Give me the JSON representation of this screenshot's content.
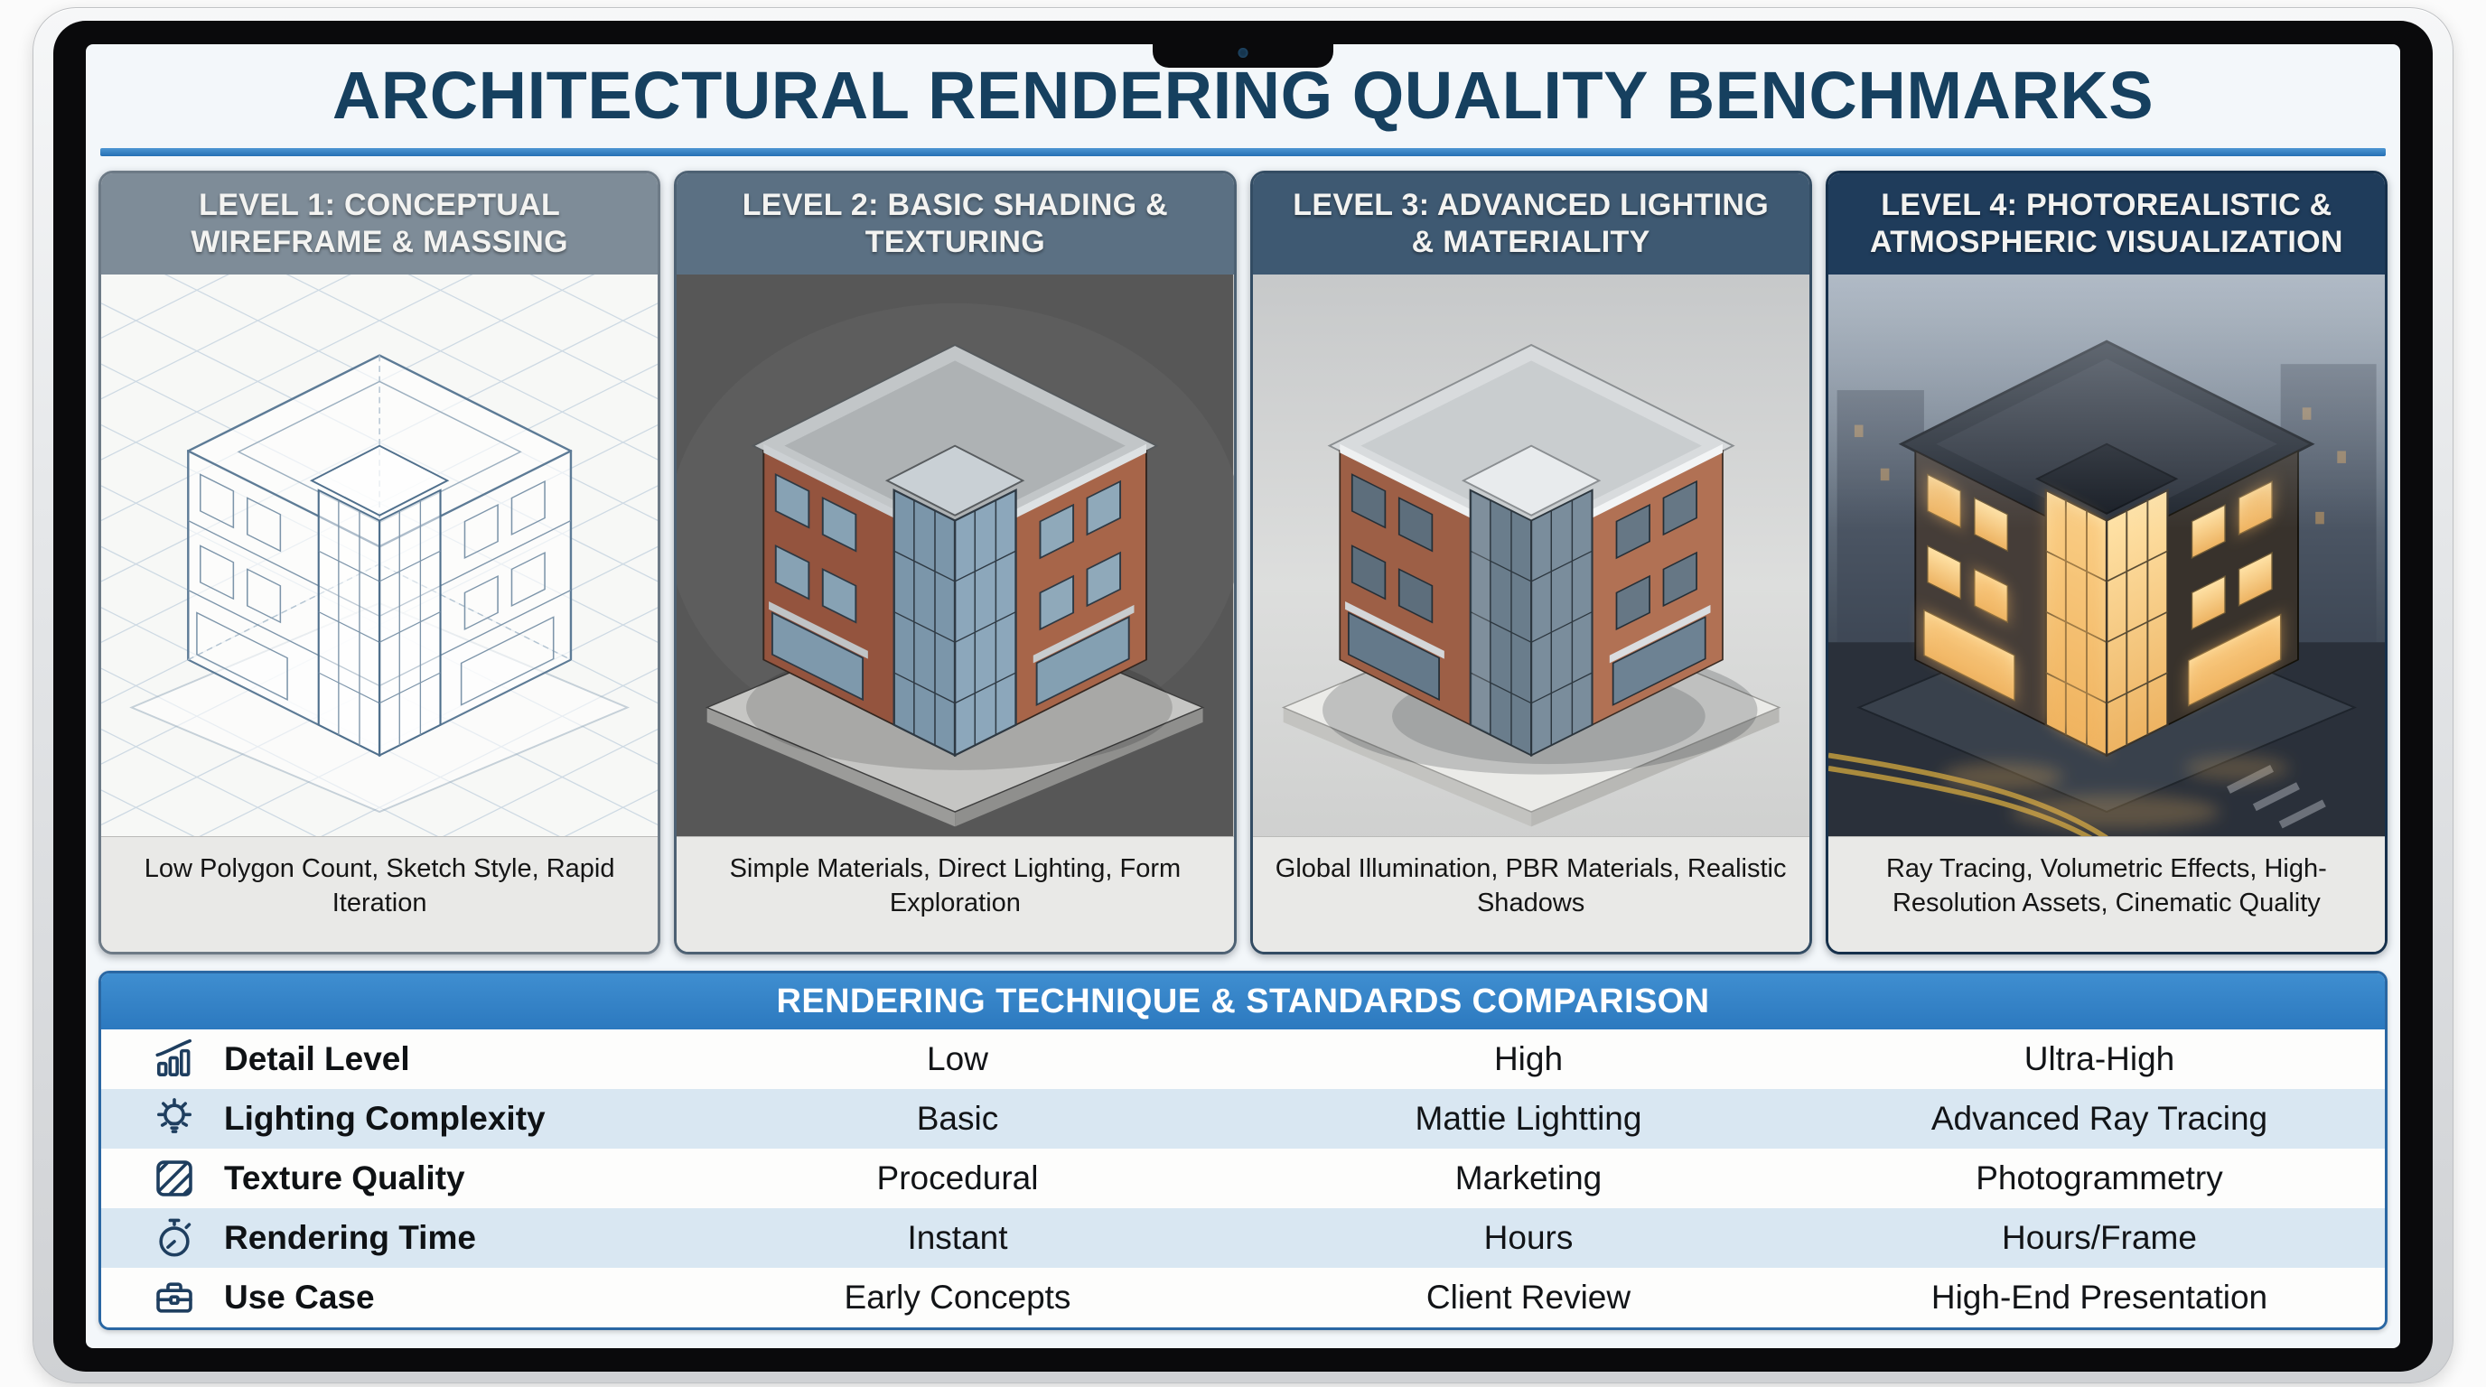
{
  "title": "ARCHITECTURAL RENDERING QUALITY BENCHMARKS",
  "panels": [
    {
      "header": "LEVEL 1: CONCEPTUAL WIREFRAME & MASSING",
      "caption": "Low Polygon Count, Sketch Style, Rapid Iteration",
      "header_color": "#7e8c98",
      "illustration": "wireframe-massing-render"
    },
    {
      "header": "LEVEL 2: BASIC SHADING & TEXTURING",
      "caption": "Simple Materials, Direct Lighting, Form Exploration",
      "header_color": "#5b7083",
      "illustration": "basic-shaded-render"
    },
    {
      "header": "LEVEL 3: ADVANCED LIGHTING & MATERIALITY",
      "caption": "Global Illumination, PBR Materials, Realistic Shadows",
      "header_color": "#3e5972",
      "illustration": "advanced-lighting-render"
    },
    {
      "header": "LEVEL 4: PHOTOREALISTIC & ATMOSPHERIC VISUALIZATION",
      "caption": "Ray Tracing, Volumetric Effects, High-Resolution Assets, Cinematic Quality",
      "header_color": "#1f3c5b",
      "illustration": "photorealistic-night-render"
    }
  ],
  "comparison": {
    "header": "RENDERING TECHNIQUE & STANDARDS COMPARISON",
    "rows": [
      {
        "icon": "bar-chart-icon",
        "label": "Detail Level",
        "values": [
          "Low",
          "High",
          "Ultra-High"
        ]
      },
      {
        "icon": "lightbulb-icon",
        "label": "Lighting Complexity",
        "values": [
          "Basic",
          "Mattie Lightting",
          "Advanced Ray Tracing"
        ]
      },
      {
        "icon": "texture-swatch-icon",
        "label": "Texture Quality",
        "values": [
          "Procedural",
          "Marketing",
          "Photogrammetry"
        ]
      },
      {
        "icon": "stopwatch-icon",
        "label": "Rendering Time",
        "values": [
          "Instant",
          "Hours",
          "Hours/Frame"
        ]
      },
      {
        "icon": "briefcase-icon",
        "label": "Use Case",
        "values": [
          "Early Concepts",
          "Client Review",
          "High-End Presentation"
        ]
      }
    ]
  },
  "colors": {
    "accent_blue": "#2e7cc0",
    "title_navy": "#16405f",
    "table_border_blue": "#2a67a3",
    "row_alt_blue": "#d9e7f2",
    "caption_bg": "#e9e9e7"
  }
}
